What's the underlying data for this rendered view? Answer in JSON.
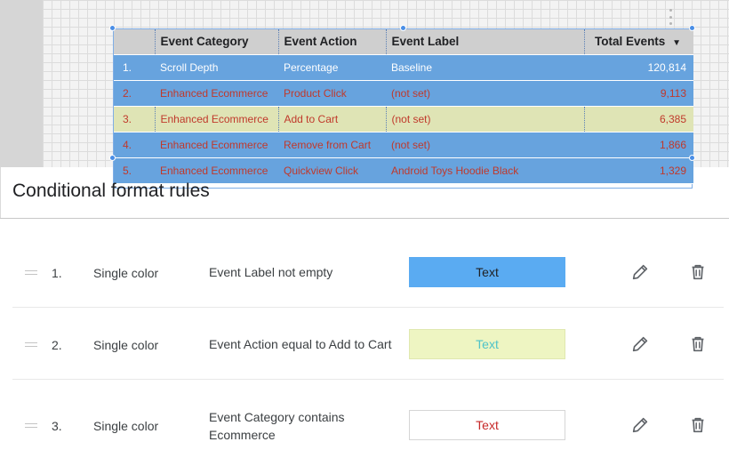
{
  "table": {
    "headers": [
      "",
      "Event Category",
      "Event Action",
      "Event Label",
      "Total Events"
    ],
    "sort_indicator": "▼",
    "rows": [
      {
        "idx": "1.",
        "category": "Scroll Depth",
        "action": "Percentage",
        "label": "Baseline",
        "total": "120,814",
        "style": "blue-first"
      },
      {
        "idx": "2.",
        "category": "Enhanced Ecommerce",
        "action": "Product Click",
        "label": "(not set)",
        "total": "9,113",
        "style": "blue-red"
      },
      {
        "idx": "3.",
        "category": "Enhanced Ecommerce",
        "action": "Add to Cart",
        "label": "(not set)",
        "total": "6,385",
        "style": "yellow"
      },
      {
        "idx": "4.",
        "category": "Enhanced Ecommerce",
        "action": "Remove from Cart",
        "label": "(not set)",
        "total": "1,866",
        "style": "blue-red"
      },
      {
        "idx": "5.",
        "category": "Enhanced Ecommerce",
        "action": "Quickview Click",
        "label": "Android Toys Hoodie Black",
        "total": "1,329",
        "style": "blue-red"
      }
    ]
  },
  "panel": {
    "title": "Conditional format rules",
    "rules": [
      {
        "num": "1.",
        "type": "Single color",
        "condition": "Event Label not empty",
        "swatch_text": "Text",
        "swatch_bg": "#5aabf2",
        "swatch_fg": "#202124",
        "swatch_border": "#5aabf2"
      },
      {
        "num": "2.",
        "type": "Single color",
        "condition": "Event Action equal to Add to Cart",
        "swatch_text": "Text",
        "swatch_bg": "#eef5c2",
        "swatch_fg": "#4fc3c9",
        "swatch_border": "#e0e8b0"
      },
      {
        "num": "3.",
        "type": "Single color",
        "condition": "Event Category contains Ecommerce",
        "swatch_text": "Text",
        "swatch_bg": "#ffffff",
        "swatch_fg": "#c62828",
        "swatch_border": "#d6d6d6"
      }
    ]
  },
  "colors": {
    "table_blue": "#67a3de",
    "table_yellow": "#dfe4b5",
    "text_red": "#c0392b",
    "handle_blue": "#4a8ee6"
  },
  "icons": {
    "edit": "pencil-icon",
    "delete": "trash-icon",
    "drag": "drag-handle-icon",
    "menu": "kebab-menu-icon"
  }
}
